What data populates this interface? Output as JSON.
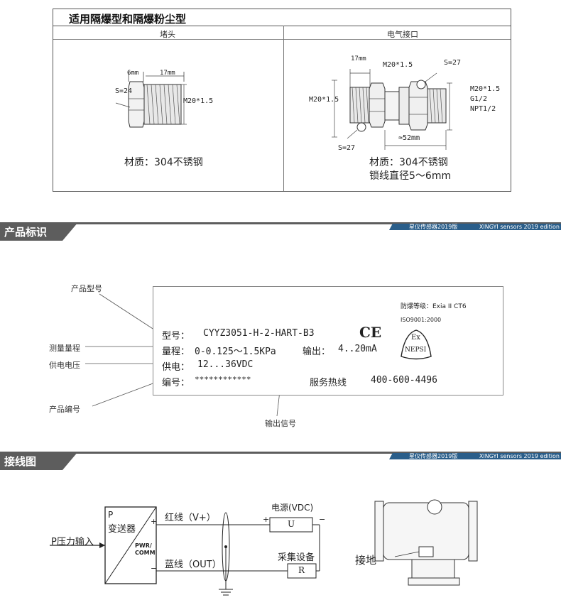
{
  "spec_table": {
    "title": "适用隔爆型和隔爆粉尘型",
    "col_left_header": "堵头",
    "col_right_header": "电气接口",
    "plug": {
      "dim_a": "6mm",
      "dim_b": "17mm",
      "hex": "S=24",
      "thread": "M20*1.5",
      "material": "材质：304不锈钢"
    },
    "connector": {
      "dim_len": "17mm",
      "thread_top": "M20*1.5",
      "hex_top": "S=27",
      "thread_left": "M20*1.5",
      "hex_bottom": "S=27",
      "overall": "≈52mm",
      "thread_opt1": "M20*1.5",
      "thread_opt2": "G1/2",
      "thread_opt3": "NPT1/2",
      "material": "材质：304不锈钢",
      "cable_dia": "锁线直径5～6mm"
    }
  },
  "banner_id": {
    "title": "产品标识",
    "brand_cn": "星仪传感器2019版",
    "brand_en": "XINGYI sensors 2019 edition"
  },
  "nameplate": {
    "explosion_grade": "防爆等级：Exia II CT6",
    "iso": "ISO9001:2000",
    "model_label": "型号：",
    "model_value": "CYYZ3051-H-2-HART-B3",
    "ce_mark": "CE",
    "ex_mark_top": "Ex",
    "ex_mark_bottom": "NEPSI",
    "range_label": "量程：",
    "range_value": "0-0.125～1.5KPa",
    "output_label": "输出：",
    "output_value": "4..20mA",
    "supply_label": "供电：",
    "supply_value": "12...36VDC",
    "serial_label": "编号：",
    "serial_value": "************",
    "hotline_label": "服务热线",
    "hotline_value": "400-600-4496",
    "callouts": {
      "model": "产品型号",
      "range": "测量量程",
      "supply": "供电电压",
      "serial": "产品编号",
      "output": "输出信号"
    }
  },
  "banner_wiring": {
    "title": "接线图",
    "brand_cn": "星仪传感器2019版",
    "brand_en": "XINGYI sensors 2019 edition"
  },
  "wiring": {
    "pressure_input": "P压力输入",
    "transmitter_p": "P",
    "transmitter_name": "变送器",
    "pwr": "PWR/",
    "comm": "COMM",
    "plus": "+",
    "minus": "−",
    "red_wire": "红线（V+）",
    "blue_wire": "蓝线（OUT）",
    "power_supply": "电源(VDC)",
    "u_label": "U",
    "acquisition": "采集设备",
    "r_label": "R",
    "ground": "接地"
  }
}
